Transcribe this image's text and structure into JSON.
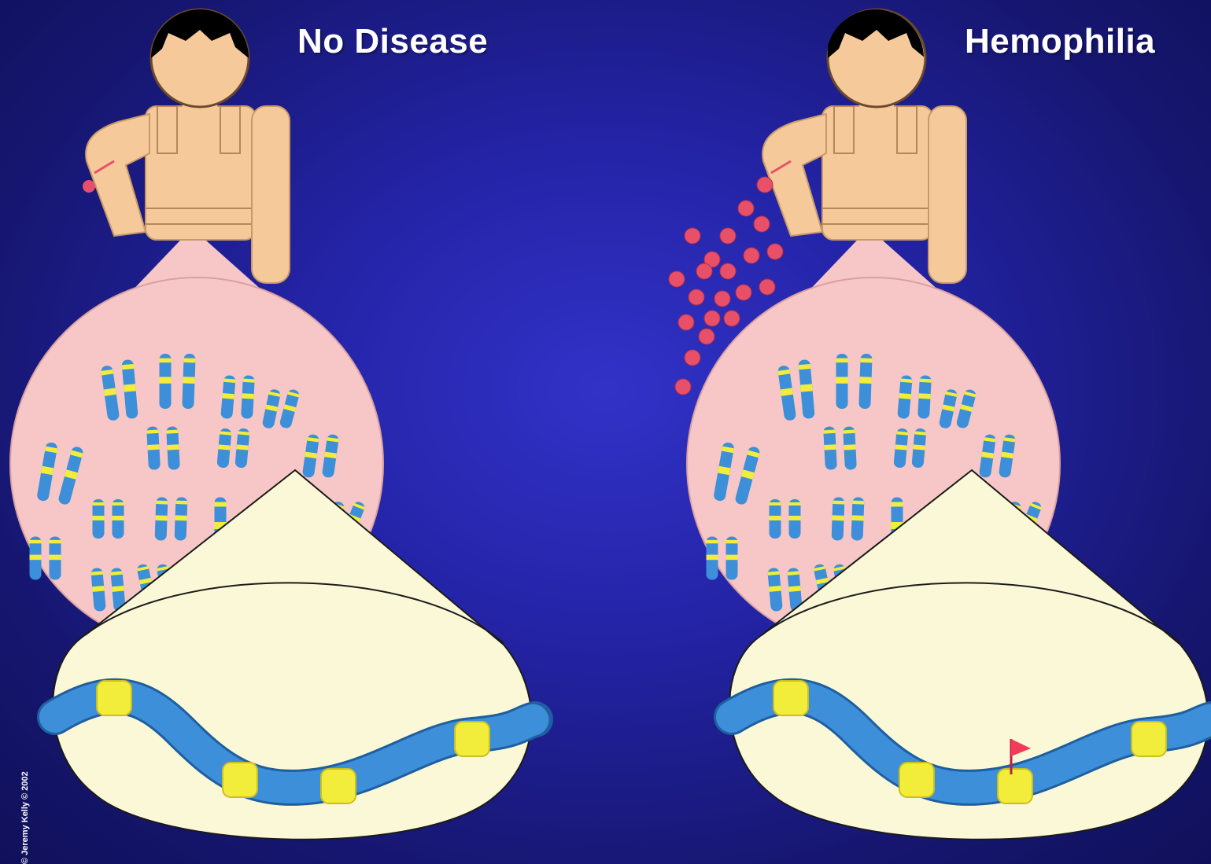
{
  "panels": [
    {
      "title": "No Disease",
      "bleeding": false,
      "mutation_flag": false
    },
    {
      "title": "Hemophilia",
      "bleeding": true,
      "mutation_flag": true
    }
  ],
  "credit": "© Jeremy Kelly © 2002",
  "colors": {
    "background": "#2424a8",
    "skin": "#f6c99a",
    "hair": "#000000",
    "cell": "#f7c6c6",
    "zoom_cone": "#fbf8d8",
    "chromosome": "#3c8fd8",
    "band": "#f2ec3a",
    "blood": "#e8506a",
    "flag": "#f03c5a"
  },
  "icons": {
    "person": "person-figure-icon",
    "cell": "cell-nucleus-icon",
    "dna": "dna-strand-icon",
    "flag": "mutation-flag-icon"
  }
}
